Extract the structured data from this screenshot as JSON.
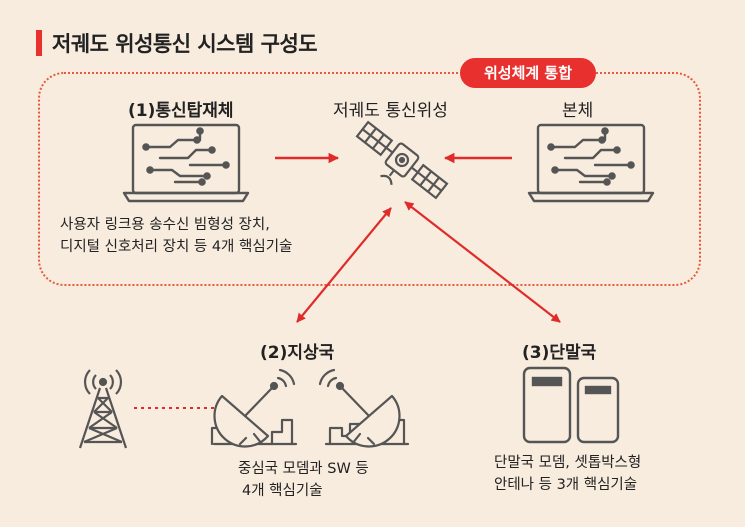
{
  "title": "저궤도 위성통신 시스템 구성도",
  "badge": "위성체계 통합",
  "payload": {
    "label": "(1)통신탑재체",
    "desc_line1": "사용자 링크용 송수신 빔형성 장치,",
    "desc_line2": "디지털 신호처리 장치 등 4개 핵심기술"
  },
  "satellite": {
    "label": "저궤도 통신위성"
  },
  "bus": {
    "label": "본체"
  },
  "ground": {
    "label": "(2)지상국",
    "desc_line1": "중심국 모뎀과 SW 등",
    "desc_line2": "4개 핵심기술"
  },
  "terminal": {
    "label": "(3)단말국",
    "desc_line1": "단말국 모뎀, 셋톱박스형",
    "desc_line2": "안테나 등 3개 핵심기술"
  },
  "colors": {
    "accent": "#e8312f",
    "background": "#f8ecdf",
    "icon": "#555555"
  }
}
